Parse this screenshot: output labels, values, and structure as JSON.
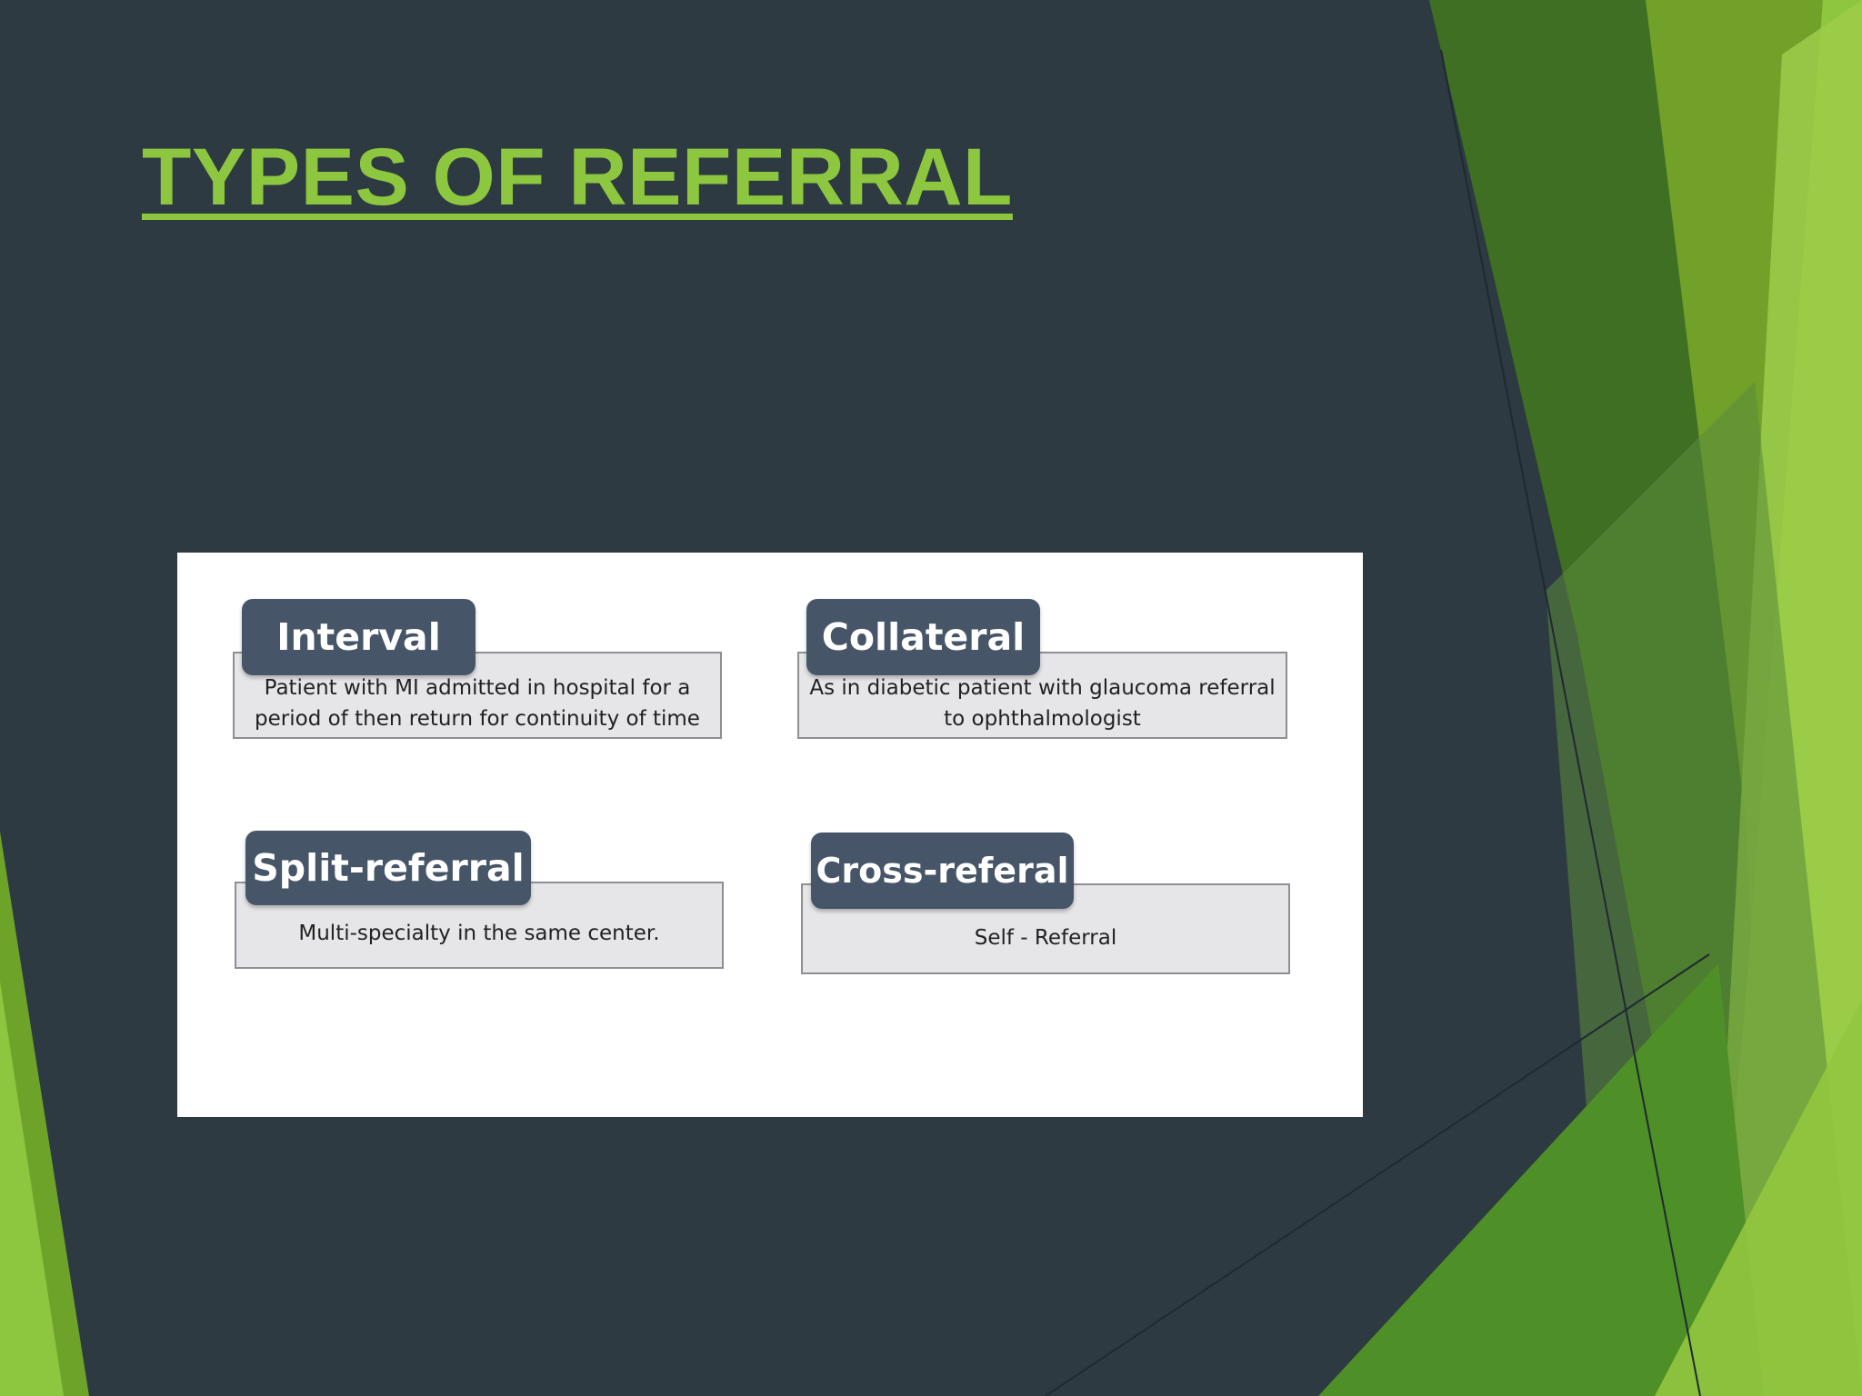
{
  "slide": {
    "title": "TYPES OF REFERRAL",
    "colors": {
      "background": "#2d3a42",
      "accent": "#8dc63f",
      "card_tab": "#475569",
      "card_body": "#e6e6e9"
    }
  },
  "diagram": {
    "cards": [
      {
        "label": "Interval",
        "description": [
          "Patient with MI admitted in hospital for a",
          "period of then return for continuity of time"
        ]
      },
      {
        "label": "Collateral",
        "description": [
          "As in diabetic patient with glaucoma referral",
          "to ophthalmologist"
        ]
      },
      {
        "label": "Split-referral",
        "description": [
          "Multi-specialty in the same center."
        ]
      },
      {
        "label": "Cross-referal",
        "description": [
          "Self - Referral"
        ]
      }
    ]
  }
}
